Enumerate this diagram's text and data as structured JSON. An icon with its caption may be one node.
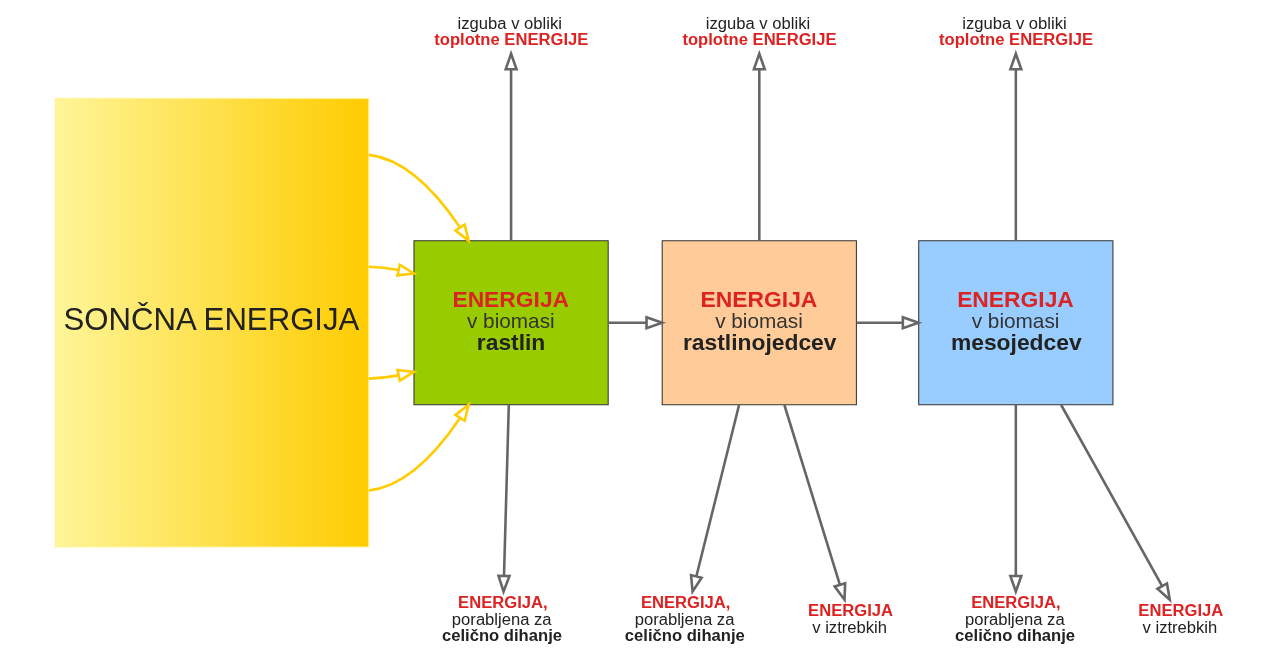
{
  "diagram": {
    "nodes": [
      {
        "text": [
          "SONČNA ENERGIJA"
        ]
      },
      {
        "text": [
          "ENERGIJA",
          "v biomasi",
          "rastlin"
        ]
      },
      {
        "text": [
          "ENERGIJA",
          "v biomasi",
          "rastlinojedcev"
        ]
      },
      {
        "text": [
          "ENERGIJA",
          "v biomasi",
          "mesojedcev"
        ]
      },
      {
        "text": [
          "izguba v obliki",
          "toplotne ENERGIJE"
        ]
      },
      {
        "text": [
          "izguba v obliki",
          "toplotne ENERGIJE"
        ]
      },
      {
        "text": [
          "izguba v obliki",
          "toplotne ENERGIJE"
        ]
      },
      {
        "text": [
          "ENERGIJA,",
          "porabljena za",
          "celično dihanje"
        ]
      },
      {
        "text": [
          "ENERGIJA,",
          "porabljena za",
          "celično dihanje"
        ]
      },
      {
        "text": [
          "ENERGIJA",
          "v iztrebkih"
        ]
      },
      {
        "text": [
          "ENERGIJA,",
          "porabljena za",
          "celično dihanje"
        ]
      },
      {
        "text": [
          "ENERGIJA",
          "v iztrebkih"
        ]
      }
    ],
    "edges": [
      {
        "from": 0,
        "to": 1,
        "arrow": "to",
        "color": "#ffcc00"
      },
      {
        "from": 0,
        "to": 1,
        "arrow": "to",
        "color": "#ffcc00"
      },
      {
        "from": 0,
        "to": 1,
        "arrow": "to",
        "color": "#ffcc00"
      },
      {
        "from": 0,
        "to": 1,
        "arrow": "to",
        "color": "#ffcc00"
      },
      {
        "from": 1,
        "to": 2,
        "arrow": "to"
      },
      {
        "from": 2,
        "to": 3,
        "arrow": "to"
      },
      {
        "from": 1,
        "to": 4,
        "arrow": "to"
      },
      {
        "from": 2,
        "to": 5,
        "arrow": "to"
      },
      {
        "from": 3,
        "to": 6,
        "arrow": "to"
      },
      {
        "from": 1,
        "to": 7,
        "arrow": "to"
      },
      {
        "from": 2,
        "to": 8,
        "arrow": "to"
      },
      {
        "from": 2,
        "to": 9,
        "arrow": "to"
      },
      {
        "from": 3,
        "to": 10,
        "arrow": "to"
      },
      {
        "from": 3,
        "to": 11,
        "arrow": "to"
      }
    ]
  }
}
